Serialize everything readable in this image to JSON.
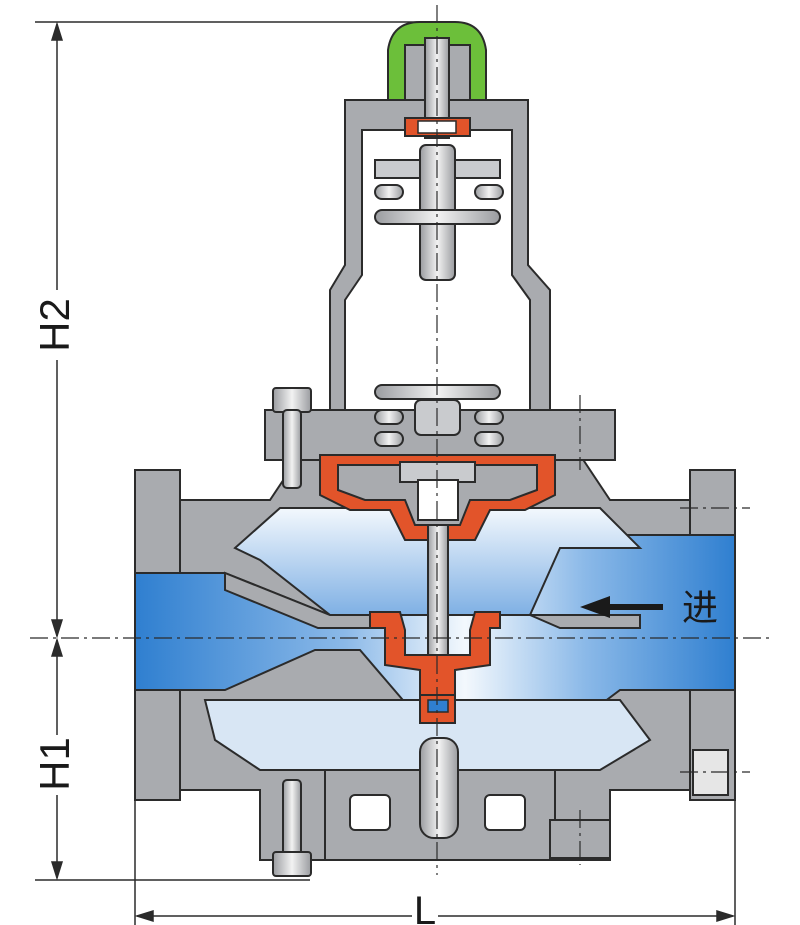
{
  "labels": {
    "h2": "H2",
    "h1": "H1",
    "length": "L",
    "inlet": "进"
  },
  "colors": {
    "body": "#a9abaf",
    "body_dark": "#8a8c90",
    "outline": "#2b2b2b",
    "flow": "#2f7fd0",
    "flow_light": "#e8f1fb",
    "diaphragm": "#e2542a",
    "cap": "#6cbf3a",
    "cavity": "#ffffff",
    "spring": "#c9cbce"
  },
  "icons": {
    "flow_arrow": "left-arrow-icon"
  }
}
